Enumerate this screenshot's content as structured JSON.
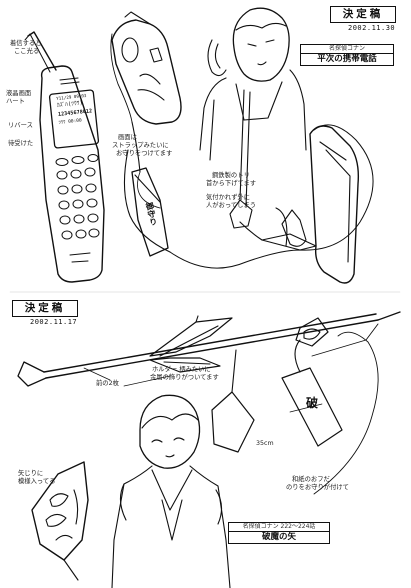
{
  "stamps": {
    "top_label": "決定稿",
    "top_date": "2002.11.30",
    "bottom_label": "決定稿",
    "bottom_date": "2002.11.17"
  },
  "captions": {
    "phone": {
      "small": "名探偵コナン",
      "title": "平次の携帯電話"
    },
    "arrow": {
      "small": "名探偵コナン 222～224話",
      "title": "破魔の矢"
    }
  },
  "phone_screen": {
    "lines": [
      "Y11/29 09:03",
      "ｶｽﾞﾊ(ﾂｳﾜ)",
      "12345678012",
      "ﾂｳﾜ 00:00"
    ]
  },
  "charm_text": "御守り",
  "arrow_charm_text": "破",
  "notes": [
    "着信すると",
    "ここ光る",
    "液晶画面",
    "ハート",
    "リバース",
    "待受けた",
    "画面は",
    "ストラップみたいに",
    "お守りをつけてます",
    "鋼鉄製のトリ",
    "首から下げてます",
    "気付かれず外に",
    "人がおってしまう",
    "前の2枚",
    "ホルダー 柄みたいに",
    "金属の飾りがついてます",
    "35cm",
    "和紙のおフだ",
    "のりをお守りが付けて",
    "矢じりに",
    "模様入ってる"
  ]
}
